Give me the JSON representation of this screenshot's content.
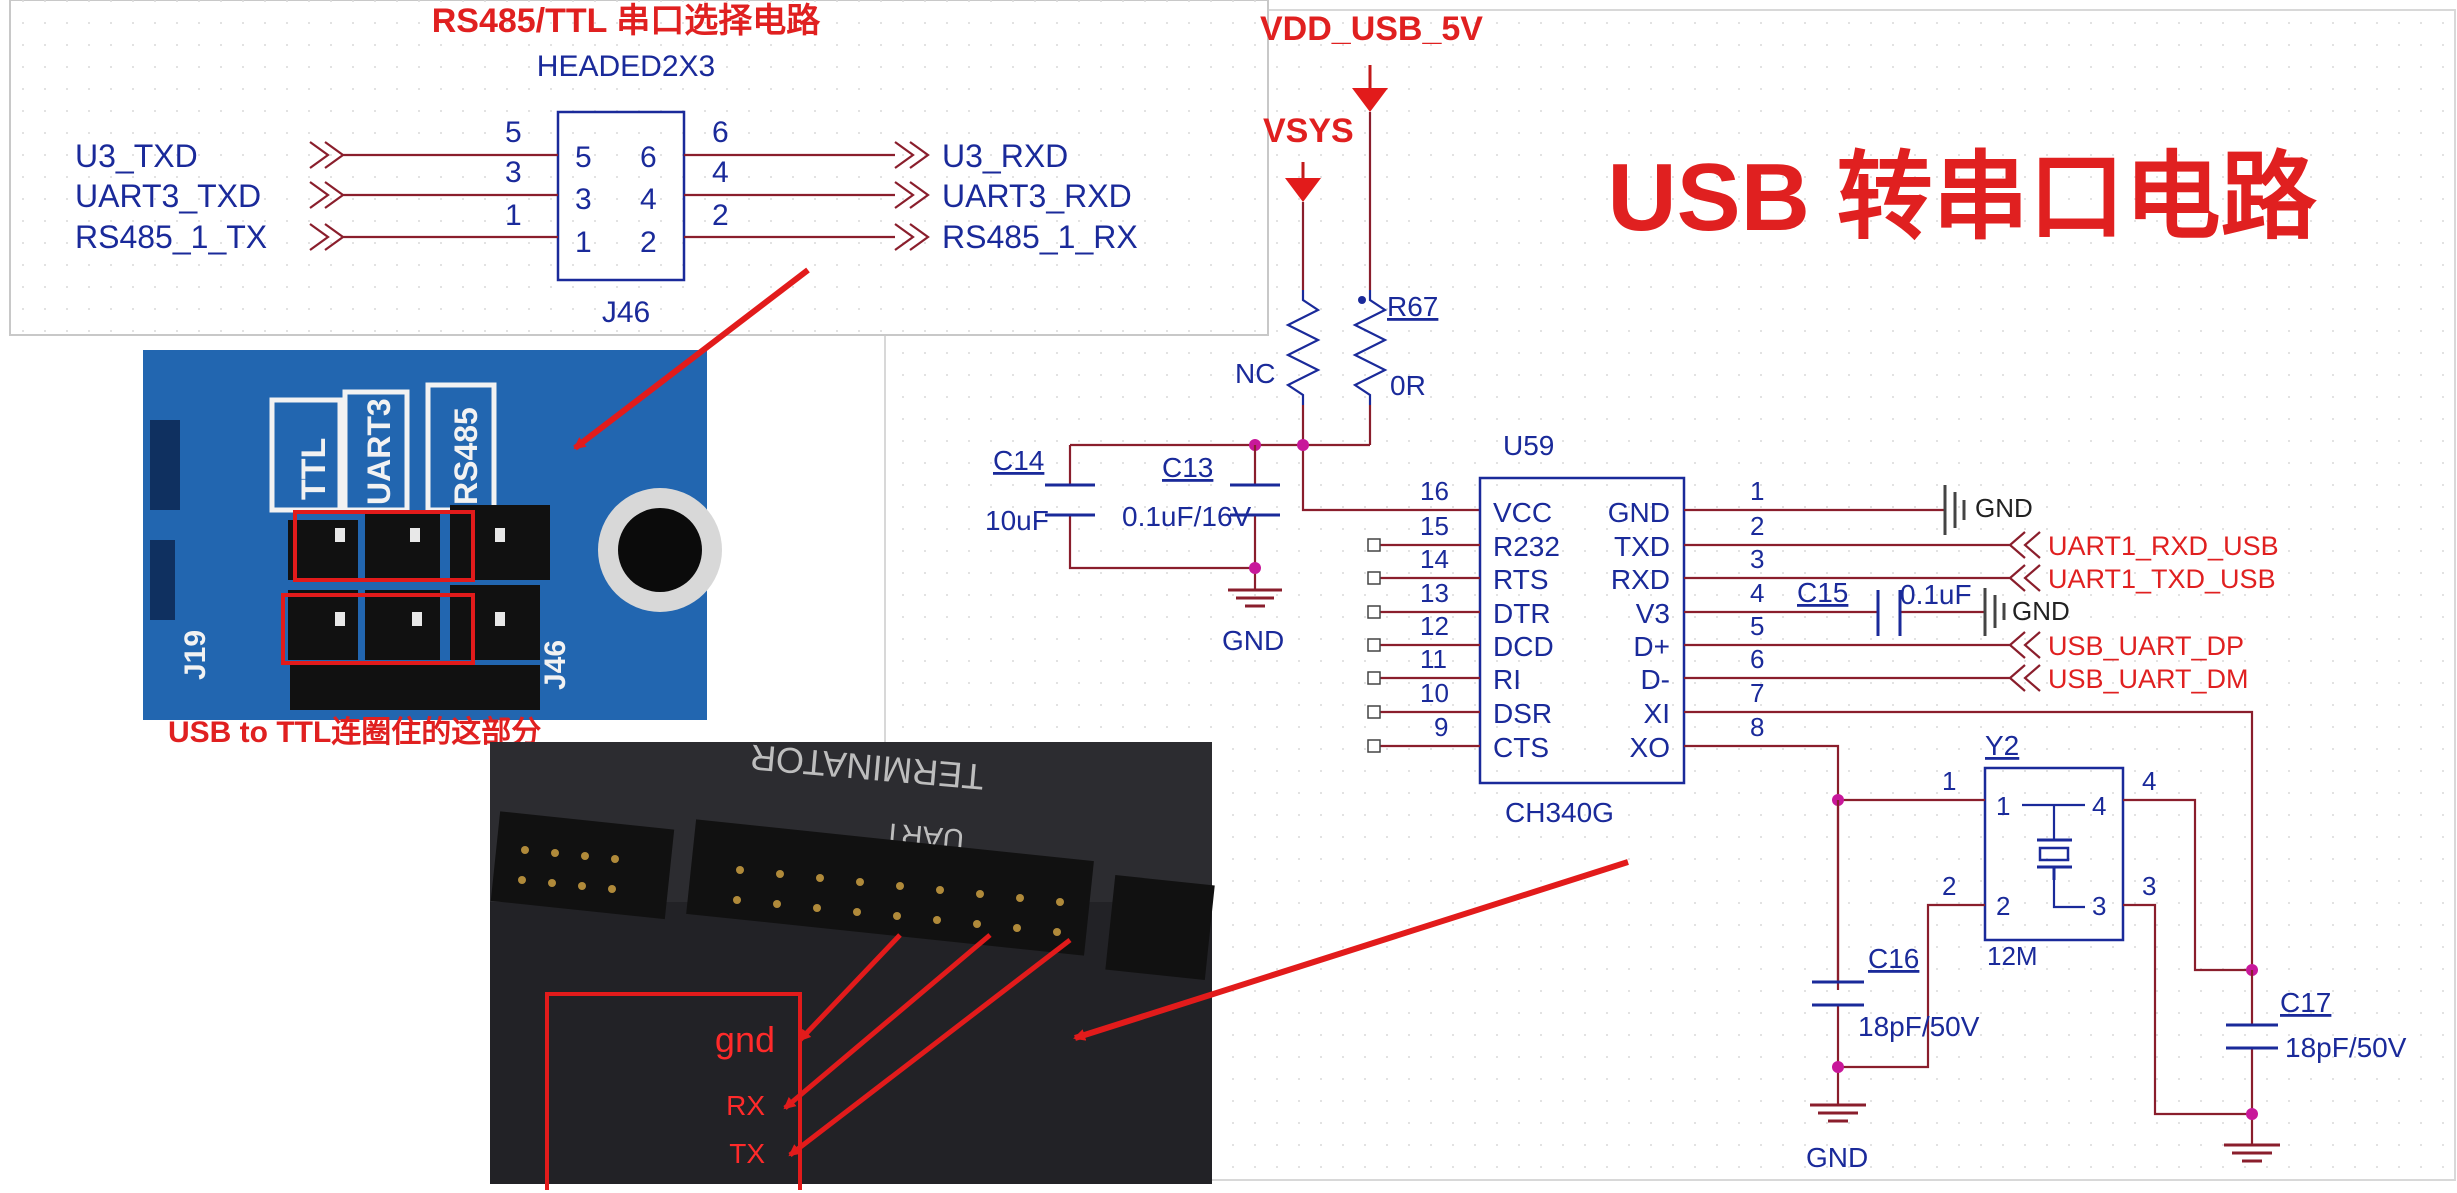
{
  "title": "USB 转串口电路",
  "top_panel": {
    "title": "RS485/TTL 串口选择电路",
    "connector_type": "HEADED2X3",
    "connector_ref": "J46",
    "left_nets": [
      "U3_TXD",
      "UART3_TXD",
      "RS485_1_TX"
    ],
    "right_nets": [
      "U3_RXD",
      "UART3_RXD",
      "RS485_1_RX"
    ],
    "left_pins_outer": [
      "5",
      "3",
      "1"
    ],
    "left_pins_inner": [
      "5",
      "3",
      "1"
    ],
    "right_pins_inner": [
      "6",
      "4",
      "2"
    ],
    "right_pins_outer": [
      "6",
      "4",
      "2"
    ]
  },
  "photo1": {
    "silk_labels": [
      "TTL",
      "UART3",
      "RS485"
    ],
    "silk_refs": [
      "J19",
      "J46"
    ],
    "caption": "USB to TTL连圈住的这部分"
  },
  "photo2": {
    "silk_top": "TERMINATOR",
    "silk_uart": "UART",
    "labels": [
      "gnd",
      "RX",
      "TX"
    ]
  },
  "power": {
    "vdd_usb": "VDD_USB_5V",
    "vsys": "VSYS"
  },
  "resistors": {
    "r_nc_label": "NC",
    "r67_ref": "R67",
    "r67_value": "0R"
  },
  "caps": {
    "c14_ref": "C14",
    "c14_value": "10uF",
    "c13_ref": "C13",
    "c13_value": "0.1uF/16V",
    "c15_ref": "C15",
    "c15_value": "0.1uF",
    "c16_ref": "C16",
    "c16_value": "18pF/50V",
    "c17_ref": "C17",
    "c17_value": "18pF/50V"
  },
  "gnd_label": "GND",
  "u59": {
    "ref": "U59",
    "part": "CH340G",
    "left_pins": [
      {
        "num": "16",
        "name": "VCC"
      },
      {
        "num": "15",
        "name": "R232"
      },
      {
        "num": "14",
        "name": "RTS"
      },
      {
        "num": "13",
        "name": "DTR"
      },
      {
        "num": "12",
        "name": "DCD"
      },
      {
        "num": "11",
        "name": "RI"
      },
      {
        "num": "10",
        "name": "DSR"
      },
      {
        "num": "9",
        "name": "CTS"
      }
    ],
    "right_pins": [
      {
        "num": "1",
        "name": "GND"
      },
      {
        "num": "2",
        "name": "TXD"
      },
      {
        "num": "3",
        "name": "RXD"
      },
      {
        "num": "4",
        "name": "V3"
      },
      {
        "num": "5",
        "name": "D+"
      },
      {
        "num": "6",
        "name": "D-"
      },
      {
        "num": "7",
        "name": "XI"
      },
      {
        "num": "8",
        "name": "XO"
      }
    ]
  },
  "usb_nets": [
    "UART1_RXD_USB",
    "UART1_TXD_USB",
    "USB_UART_DP",
    "USB_UART_DM"
  ],
  "crystal": {
    "ref": "Y2",
    "value": "12M",
    "outer_pins": [
      "1",
      "2",
      "4",
      "3"
    ],
    "inner_pins": [
      "1",
      "2",
      "4",
      "3"
    ]
  },
  "colors": {
    "schematic_blue": "#1a2a9a",
    "wire": "#8a1e2c",
    "annotation_red": "#e02020",
    "junction": "#c8189a"
  }
}
